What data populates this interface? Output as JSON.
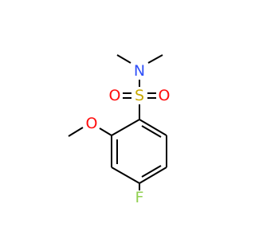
{
  "colors": {
    "background": "#ffffff",
    "bond": "#000000",
    "N": "#3050f8",
    "S": "#c8a800",
    "O": "#ff0d0d",
    "F": "#90d050"
  },
  "atoms": {
    "N": "N",
    "S": "S",
    "O_sulfonyl_left": "O",
    "O_sulfonyl_right": "O",
    "O_methoxy": "O",
    "F": "F"
  }
}
